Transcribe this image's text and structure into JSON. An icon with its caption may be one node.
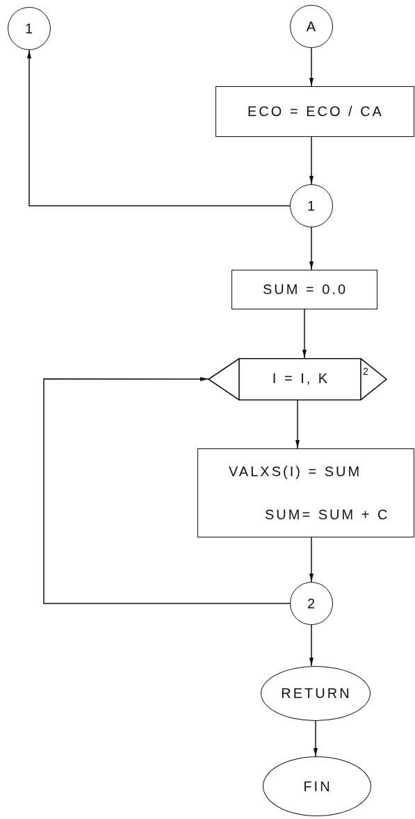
{
  "diagram": {
    "nodes": [
      {
        "text": [
          "1"
        ]
      },
      {
        "text": [
          "A"
        ]
      },
      {
        "text": [
          "ECO = ECO / CA"
        ]
      },
      {
        "text": [
          "1"
        ]
      },
      {
        "text": [
          "SUM = 0.0"
        ]
      },
      {
        "text": [
          "I = I, K",
          "2"
        ]
      },
      {
        "text": [
          "VALXS(I) = SUM",
          "SUM= SUM + C"
        ]
      },
      {
        "text": [
          "2"
        ]
      },
      {
        "text": [
          "RETURN"
        ]
      },
      {
        "text": [
          "FIN"
        ]
      }
    ],
    "edges": [
      {
        "from": 1,
        "to": 2,
        "arrow": "to"
      },
      {
        "from": 2,
        "to": 3,
        "arrow": "to"
      },
      {
        "from": 3,
        "to": 0,
        "arrow": "to"
      },
      {
        "from": 3,
        "to": 4,
        "arrow": "to"
      },
      {
        "from": 4,
        "to": 5,
        "arrow": "to"
      },
      {
        "from": 5,
        "to": 6,
        "arrow": "to"
      },
      {
        "from": 6,
        "to": 7,
        "arrow": "to"
      },
      {
        "from": 7,
        "to": 5,
        "arrow": "to"
      },
      {
        "from": 7,
        "to": 8,
        "arrow": "to"
      },
      {
        "from": 8,
        "to": 9,
        "arrow": "to"
      }
    ]
  }
}
